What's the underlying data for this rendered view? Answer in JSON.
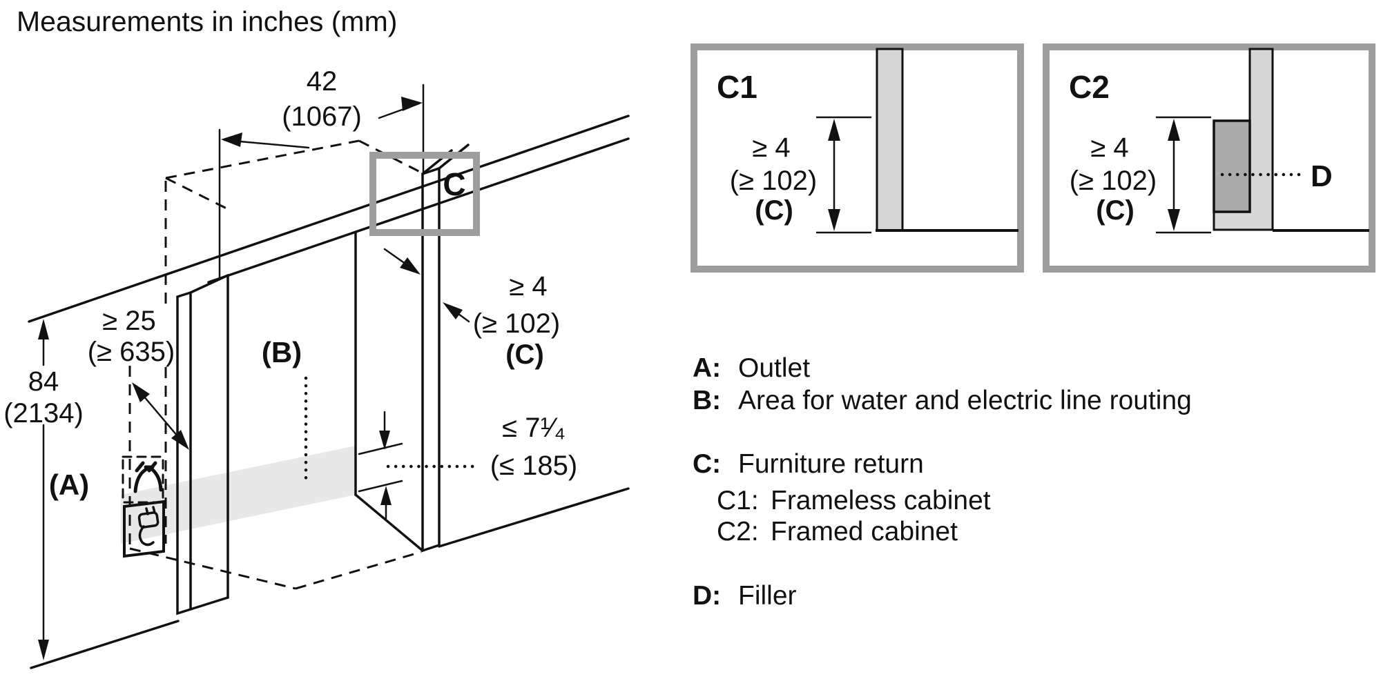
{
  "title": "Measurements in inches (mm)",
  "colors": {
    "line": "#111111",
    "border_gray": "#9e9e9e",
    "panel_light_gray": "#d6d6d6",
    "filler_gray": "#ababab",
    "routing_band_gray": "#e8e8e8"
  },
  "main": {
    "width_in": "42",
    "width_mm": "(1067)",
    "height_in": "84",
    "height_mm": "(2134)",
    "depth_in": "≥ 25",
    "depth_mm": "(≥ 635)",
    "return_in": "≥ 4",
    "return_mm": "(≥ 102)",
    "return_ref": "(C)",
    "band_in": "≤ 7¹⁄₄",
    "band_mm": "(≤ 185)",
    "outlet_label": "(A)",
    "routing_label": "(B)",
    "callout_label": "C"
  },
  "detail_c1": {
    "title": "C1",
    "dim_in": "≥ 4",
    "dim_mm": "(≥ 102)",
    "dim_ref": "(C)"
  },
  "detail_c2": {
    "title": "C2",
    "dim_in": "≥ 4",
    "dim_mm": "(≥ 102)",
    "dim_ref": "(C)",
    "filler_label": "D"
  },
  "legend": {
    "a_key": "A:",
    "a_text": "Outlet",
    "b_key": "B:",
    "b_text": "Area for water and electric line routing",
    "c_key": "C:",
    "c_text": "Furniture return",
    "c1_key": "C1:",
    "c1_text": "Frameless cabinet",
    "c2_key": "C2:",
    "c2_text": "Framed cabinet",
    "d_key": "D:",
    "d_text": "Filler"
  }
}
